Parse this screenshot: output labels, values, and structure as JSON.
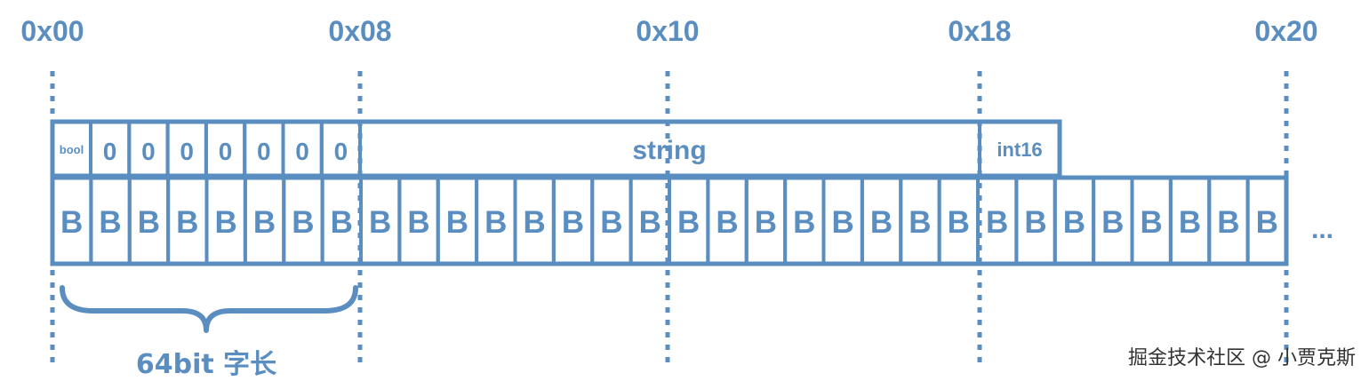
{
  "colors": {
    "accent": "#5b8ec0",
    "watermark": "#333333"
  },
  "offsets": [
    "0x00",
    "0x08",
    "0x10",
    "0x18",
    "0x20"
  ],
  "fields": {
    "bool": "bool",
    "padding": [
      "0",
      "0",
      "0",
      "0",
      "0",
      "0",
      "0"
    ],
    "string": "string",
    "int16": "int16"
  },
  "byte_label": "B",
  "byte_count": 32,
  "ellipsis": "...",
  "word_label": "64bit 字长",
  "watermark": "掘金技术社区 @ 小贾克斯"
}
